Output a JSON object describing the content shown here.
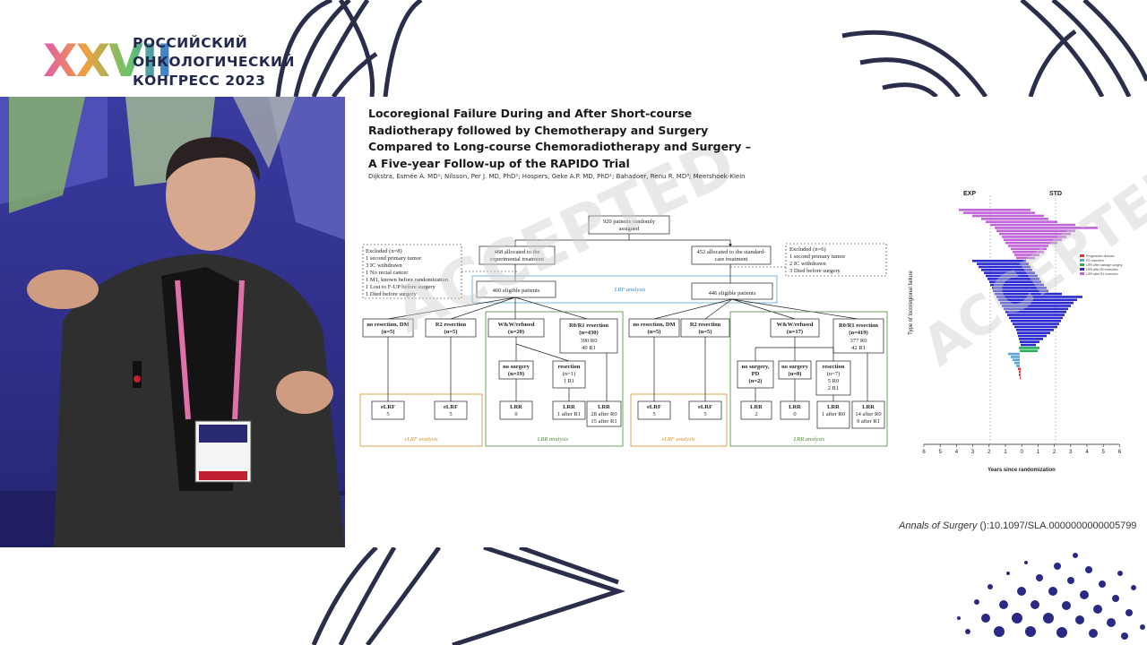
{
  "logo": {
    "roman": "XXVII",
    "lines": [
      "РОССИЙСКИЙ",
      "ОНКОЛОГИЧЕСКИЙ",
      "КОНГРЕСС 2023"
    ]
  },
  "slide": {
    "title_lines": [
      "Locoregional Failure During and After Short-course",
      "Radiotherapy followed by Chemotherapy and Surgery",
      "Compared to Long-course Chemoradiotherapy and Surgery –",
      "A Five-year Follow-up of the RAPIDO Trial"
    ],
    "authors": "Dijkstra, Esmée A. MD¹; Nilsson, Per J. MD, PhD²; Hospers, Geke A.P. MD, PhD¹; Bahadoer, Renu R. MD³; Meershoek-Klein",
    "watermark": "ACCEPTED",
    "citation_journal": "Annals of Surgery",
    "citation_rest": " ():10.1097/SLA.0000000000005799",
    "flow": {
      "randomized": [
        "920 patients randomly",
        "assigned"
      ],
      "exp_alloc": [
        "468 allocated to the",
        "experimental treatment"
      ],
      "std_alloc": [
        "452 allocated to the standard-",
        "care treatment"
      ],
      "exp_excluded": [
        "Excluded (n=8)",
        "1 second primary tumor",
        "3 IC withdrawn",
        "1 No rectal cancer",
        "1 M1, known before randomization",
        "1 Lost to F-UP before surgery",
        "1 Died before surgery"
      ],
      "std_excluded": [
        "Excluded (n=6)",
        "1 second primary tumor",
        "2 IC withdrawn",
        "3 Died before surgery"
      ],
      "exp_eligible": "460 eligible patients",
      "std_eligible": "446 eligible patients",
      "lrf_analysis": "LRF analysis",
      "exp_row": [
        [
          "no resection, DM",
          "(n=5)"
        ],
        [
          "R2 resection",
          "(n=5)"
        ],
        [
          "W&W/refused",
          "(n=20)"
        ],
        [
          "R0/R1 resection",
          "(n=430)",
          "390 R0",
          "40 R1"
        ]
      ],
      "std_row": [
        [
          "no resection, DM",
          "(n=5)"
        ],
        [
          "R2 resection",
          "(n=5)"
        ],
        [
          "W&W/refused",
          "(n=17)"
        ],
        [
          "R0/R1 resection",
          "(n=419)",
          "377 R0",
          "42 R1"
        ]
      ],
      "exp_ww_sub": [
        [
          "no surgery",
          "(n=19)"
        ],
        [
          "resection",
          "(n=1)",
          "1 R1"
        ]
      ],
      "std_ww_sub": [
        [
          "no surgery,",
          "PD",
          "(n=2)"
        ],
        [
          "no surgery",
          "(n=8)"
        ],
        [
          "resection",
          "(n=7)",
          "5 R0",
          "2 R1"
        ]
      ],
      "exp_out": [
        [
          "eLRF",
          "5"
        ],
        [
          "eLRF",
          "5"
        ],
        [
          "LRR",
          "0"
        ],
        [
          "LRR",
          "1 after R1"
        ],
        [
          "LRR",
          "28 after R0",
          "15 after R1"
        ]
      ],
      "std_out": [
        [
          "eLRF",
          "5"
        ],
        [
          "eLRF",
          "5"
        ],
        [
          "LRR",
          "2"
        ],
        [
          "LRR",
          "0"
        ],
        [
          "LRR",
          "1 after R0"
        ],
        [
          "LRR",
          "14 after R0",
          "9 after R1"
        ]
      ],
      "elrf_analysis": "eLRF analysis",
      "lrr_analysis": "LRR analysis"
    },
    "chart": {
      "exp_label": "EXP",
      "std_label": "STD",
      "ylabel": "Type of locoregional failure",
      "xlabel": "Years since randomization",
      "ticks": [
        "6",
        "5",
        "4",
        "3",
        "2",
        "1",
        "0",
        "1",
        "2",
        "3",
        "4",
        "5",
        "6"
      ],
      "legend": [
        "Progressive disease",
        "R2 resection",
        "LRR after salvage surgery",
        "LRR after R0 resection",
        "LRR after R1 resection"
      ],
      "colors": {
        "purple": "#c066d8",
        "blue": "#2a2ad0",
        "green": "#22b05a",
        "lightblue": "#5aa6d8",
        "red": "#e03030"
      }
    }
  }
}
